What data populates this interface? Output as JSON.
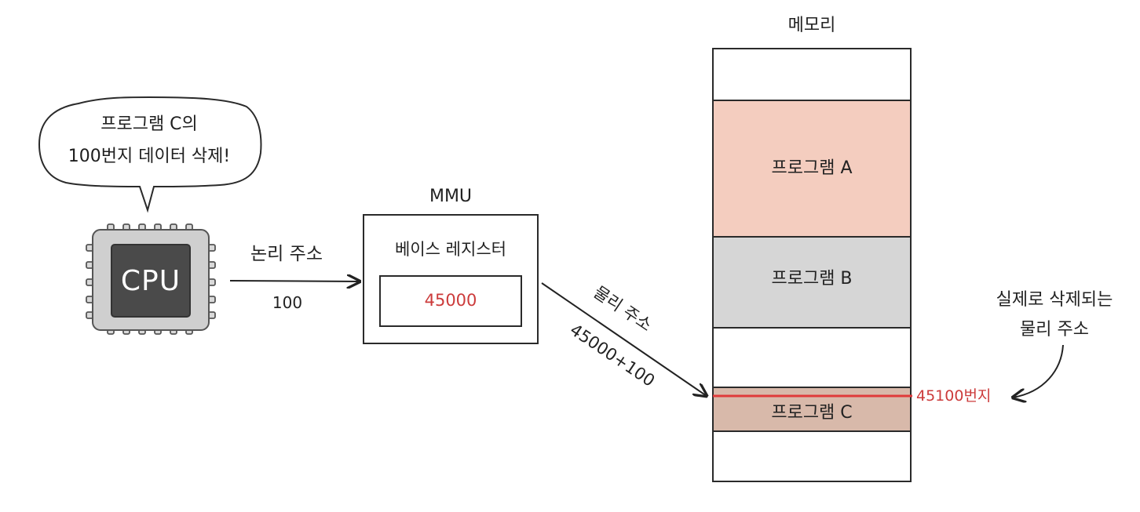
{
  "speech_bubble": {
    "line1": "프로그램 C의",
    "line2": "100번지 데이터 삭제!"
  },
  "cpu": {
    "label": "CPU"
  },
  "logical_address": {
    "title": "논리 주소",
    "value": "100"
  },
  "mmu": {
    "title": "MMU",
    "register_label": "베이스 레지스터",
    "register_value": "45000"
  },
  "physical_address": {
    "title": "물리 주소",
    "value": "45000+100"
  },
  "memory": {
    "title": "메모리",
    "segments": [
      {
        "label": "프로그램 A",
        "color": "#f4cdbf"
      },
      {
        "label": "프로그램 B",
        "color": "#d6d6d6"
      },
      {
        "label": "프로그램 C",
        "color": "#d8b9aa"
      }
    ],
    "target_address": "45100번지",
    "target_color": "#e03a3a"
  },
  "annotation": {
    "line1": "실제로 삭제되는",
    "line2": "물리 주소"
  }
}
